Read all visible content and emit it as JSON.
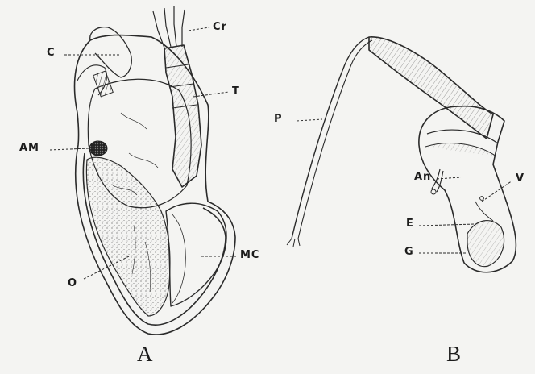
{
  "figure": {
    "ink_color": "#2a2a2a",
    "paper_color": "#f4f4f2",
    "labels": {
      "Cr": "Cr",
      "C": "C",
      "T": "T",
      "AM": "AM",
      "MC": "MC",
      "O": "O",
      "P": "P",
      "An": "An",
      "V": "V",
      "E": "E",
      "G": "G"
    },
    "panels": {
      "A": "A",
      "B": "B"
    }
  }
}
